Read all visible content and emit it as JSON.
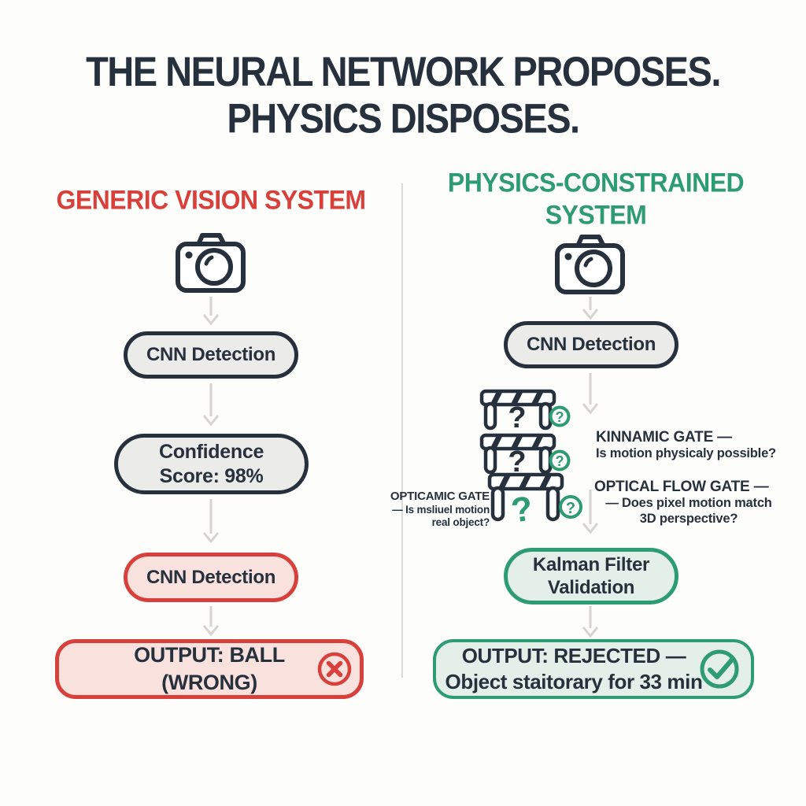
{
  "title": {
    "line1": "THE NEURAL NETWORK PROPOSES.",
    "line2": "PHYSICS DISPOSES."
  },
  "left_column": {
    "header": "GENERIC VISION SYSTEM",
    "steps": {
      "cnn_detection": "CNN Detection",
      "confidence_line1": "Confidence",
      "confidence_line2": "Score: 98%",
      "cnn_detection2": "CNN Detection"
    },
    "output": {
      "line1": "OUTPUT: BALL",
      "line2": "(WRONG)"
    }
  },
  "right_column": {
    "header_line1": "PHYSICS-CONSTRAINED",
    "header_line2": "SYSTEM",
    "steps": {
      "cnn_detection": "CNN Detection",
      "kalman_line1": "Kalman Filter",
      "kalman_line2": "Validation"
    },
    "gates": {
      "kinnamic": {
        "title": "KINNAMIC GATE —",
        "desc": "Is motion physicaly possible?"
      },
      "optical_flow": {
        "title": "OPTICAL FLOW GATE —",
        "desc_line1": "— Does pixel motion match",
        "desc_line2": "3D perspective?"
      },
      "opticamic": {
        "title": "OPTICAMIC GATE",
        "desc_line1": "— Is msliuel motion",
        "desc_line2": "real object?"
      }
    },
    "output": {
      "line1": "OUTPUT: REJECTED —",
      "line2": "Object staitorary for 33 min"
    }
  },
  "symbols": {
    "question_mark": "?"
  },
  "colors": {
    "navy": "#27313d",
    "red": "#d8403b",
    "red_bg": "#f9e1de",
    "green": "#2d9c72",
    "green_bg": "#e4efe9",
    "gray_bg": "#ebebea",
    "arrow_gray": "#d7d3d0"
  }
}
